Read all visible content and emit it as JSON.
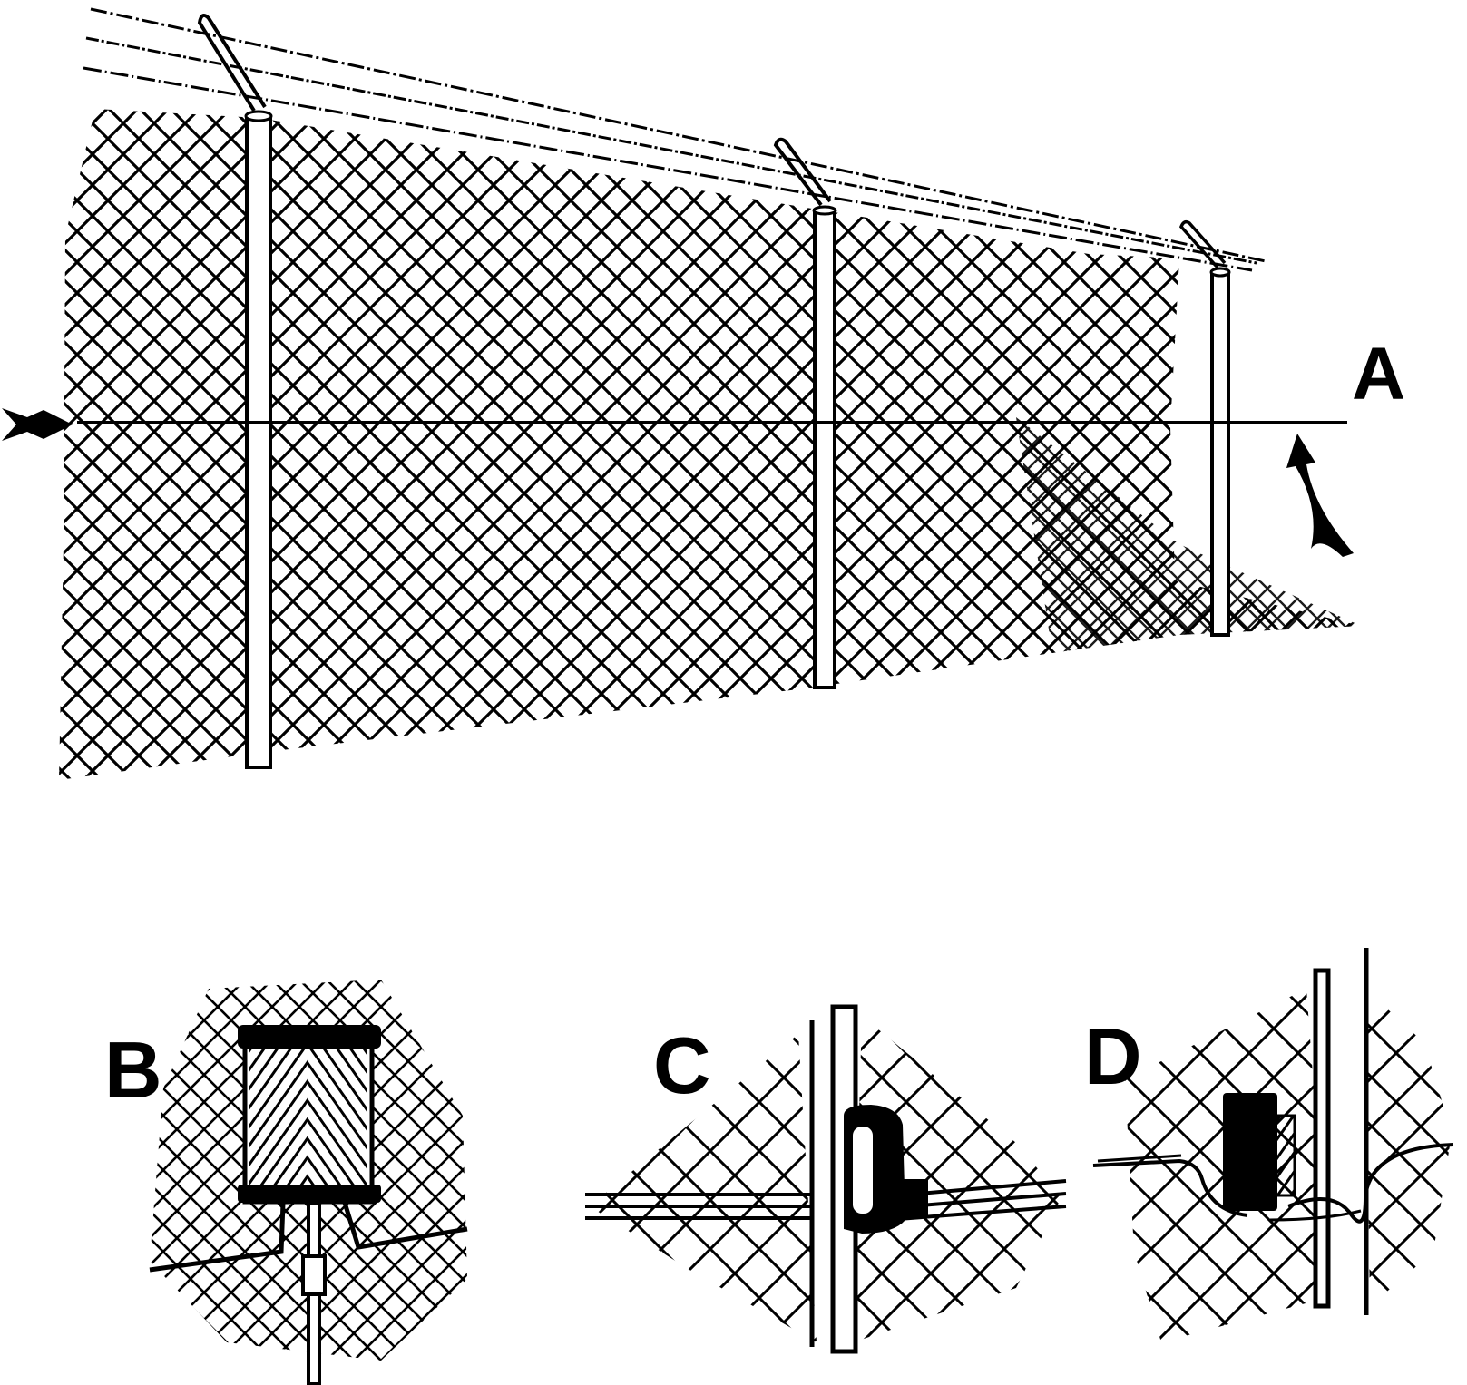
{
  "figure": {
    "labels": {
      "a": "A",
      "b": "B",
      "c": "C",
      "d": "D"
    },
    "colors": {
      "ink": "#000000",
      "paper": "#ffffff"
    },
    "icons": {
      "left_arrow": "arrow-right-icon",
      "right_arrow": "curved-arrow-up-icon"
    }
  }
}
